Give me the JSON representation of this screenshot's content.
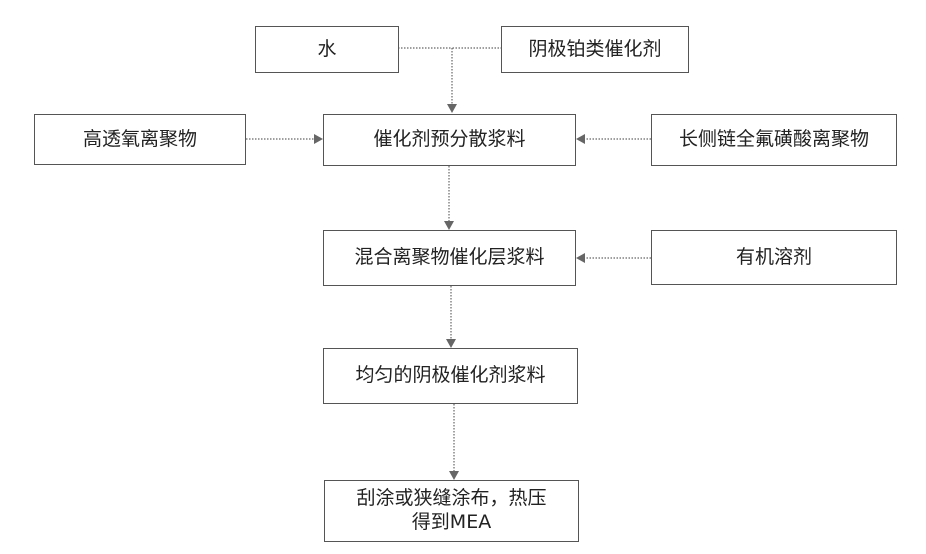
{
  "nodes": {
    "water": "水",
    "cathode_pt_catalyst": "阴极铂类催化剂",
    "high_oxygen_permeable_ionomer": "高透氧离聚物",
    "catalyst_predispersion_slurry": "催化剂预分散浆料",
    "long_side_chain_pfsa_ionomer": "长侧链全氟磺酸离聚物",
    "mixed_ionomer_catalyst_layer_slurry": "混合离聚物催化层浆料",
    "organic_solvent": "有机溶剂",
    "uniform_cathode_catalyst_slurry": "均匀的阴极催化剂浆料",
    "final_step_line1": "刮涂或狭缝涂布，热压",
    "final_step_line2": "得到MEA"
  },
  "edges": [
    {
      "from": "water",
      "to": "catalyst_predispersion_slurry"
    },
    {
      "from": "cathode_pt_catalyst",
      "to": "catalyst_predispersion_slurry"
    },
    {
      "from": "high_oxygen_permeable_ionomer",
      "to": "catalyst_predispersion_slurry"
    },
    {
      "from": "long_side_chain_pfsa_ionomer",
      "to": "catalyst_predispersion_slurry"
    },
    {
      "from": "catalyst_predispersion_slurry",
      "to": "mixed_ionomer_catalyst_layer_slurry"
    },
    {
      "from": "organic_solvent",
      "to": "mixed_ionomer_catalyst_layer_slurry"
    },
    {
      "from": "mixed_ionomer_catalyst_layer_slurry",
      "to": "uniform_cathode_catalyst_slurry"
    },
    {
      "from": "uniform_cathode_catalyst_slurry",
      "to": "final_step"
    }
  ]
}
